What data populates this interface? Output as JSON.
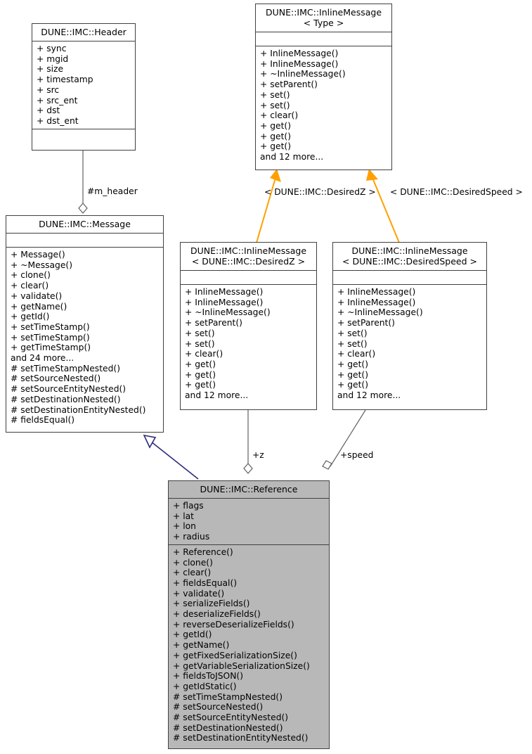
{
  "diagram": {
    "kind": "uml-class-diagram",
    "colors": {
      "box_border": "#404040",
      "box_fill_default": "#ffffff",
      "box_fill_highlight": "#b8b8b8",
      "inheritance_edge": "#2a2a7a",
      "template_edge": "#ffa000",
      "association_edge": "#606060",
      "text": "#000000"
    }
  },
  "classes": {
    "header": {
      "name": "DUNE::IMC::Header",
      "attributes": [
        "+ sync",
        "+ mgid",
        "+ size",
        "+ timestamp",
        "+ src",
        "+ src_ent",
        "+ dst",
        "+ dst_ent"
      ],
      "operations": []
    },
    "inline_message_template": {
      "name": "DUNE::IMC::InlineMessage\n< Type >",
      "attributes": [],
      "operations": [
        "+ InlineMessage()",
        "+ InlineMessage()",
        "+ ~InlineMessage()",
        "+ setParent()",
        "+ set()",
        "+ set()",
        "+ clear()",
        "+ get()",
        "+ get()",
        "+ get()",
        "and 12 more..."
      ]
    },
    "message": {
      "name": "DUNE::IMC::Message",
      "attributes": [],
      "operations": [
        "+ Message()",
        "+ ~Message()",
        "+ clone()",
        "+ clear()",
        "+ validate()",
        "+ getName()",
        "+ getId()",
        "+ setTimeStamp()",
        "+ setTimeStamp()",
        "+ getTimeStamp()",
        "and 24 more...",
        "# setTimeStampNested()",
        "# setSourceNested()",
        "# setSourceEntityNested()",
        "# setDestinationNested()",
        "# setDestinationEntityNested()",
        "# fieldsEqual()"
      ]
    },
    "inline_message_desiredz": {
      "name": "DUNE::IMC::InlineMessage\n< DUNE::IMC::DesiredZ >",
      "attributes": [],
      "operations": [
        "+ InlineMessage()",
        "+ InlineMessage()",
        "+ ~InlineMessage()",
        "+ setParent()",
        "+ set()",
        "+ set()",
        "+ clear()",
        "+ get()",
        "+ get()",
        "+ get()",
        "and 12 more..."
      ]
    },
    "inline_message_desiredspeed": {
      "name": "DUNE::IMC::InlineMessage\n< DUNE::IMC::DesiredSpeed >",
      "attributes": [],
      "operations": [
        "+ InlineMessage()",
        "+ InlineMessage()",
        "+ ~InlineMessage()",
        "+ setParent()",
        "+ set()",
        "+ set()",
        "+ clear()",
        "+ get()",
        "+ get()",
        "+ get()",
        "and 12 more..."
      ]
    },
    "reference": {
      "name": "DUNE::IMC::Reference",
      "attributes": [
        "+ flags",
        "+ lat",
        "+ lon",
        "+ radius"
      ],
      "operations": [
        "+ Reference()",
        "+ clone()",
        "+ clear()",
        "+ fieldsEqual()",
        "+ validate()",
        "+ serializeFields()",
        "+ deserializeFields()",
        "+ reverseDeserializeFields()",
        "+ getId()",
        "+ getName()",
        "+ getFixedSerializationSize()",
        "+ getVariableSerializationSize()",
        "+ fieldsToJSON()",
        "+ getIdStatic()",
        "# setTimeStampNested()",
        "# setSourceNested()",
        "# setSourceEntityNested()",
        "# setDestinationNested()",
        "# setDestinationEntityNested()"
      ]
    }
  },
  "edge_labels": {
    "m_header": "#m_header",
    "template_desiredz": "< DUNE::IMC::DesiredZ >",
    "template_desiredspeed": "< DUNE::IMC::DesiredSpeed >",
    "z": "+z",
    "speed": "+speed"
  }
}
